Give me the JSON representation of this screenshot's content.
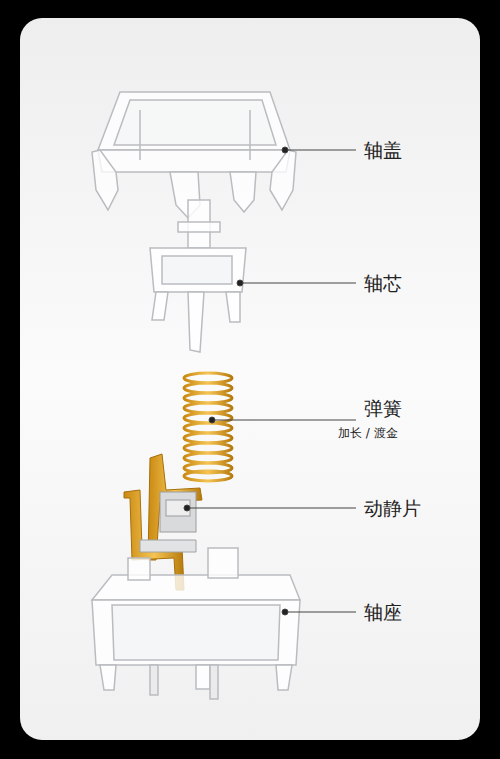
{
  "diagram": {
    "labels": [
      "轴盖",
      "轴芯",
      "弹簧",
      "加长 / 渡金",
      "动静片",
      "轴座"
    ]
  }
}
